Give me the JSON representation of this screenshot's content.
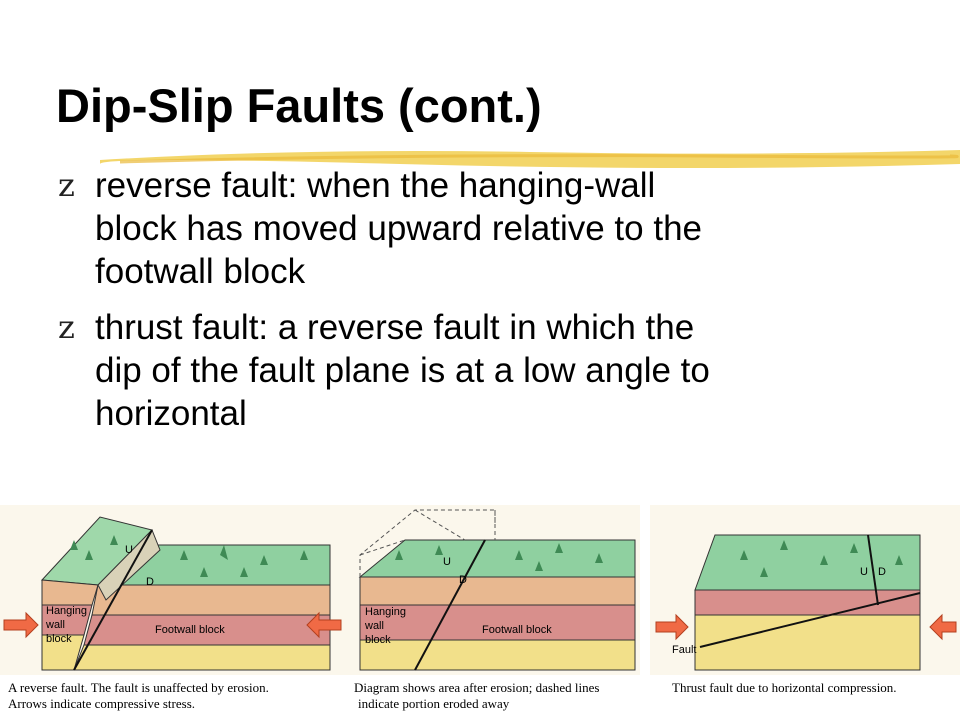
{
  "slide": {
    "title": "Dip-Slip Faults (cont.)",
    "bullet_glyph": "z",
    "bullets": [
      {
        "line1": "reverse fault: when the hanging-wall",
        "line2": "block has moved upward relative to the",
        "line3": "footwall block"
      },
      {
        "line1": "thrust fault: a reverse fault in which the",
        "line2": "dip of the fault plane is at a low angle to",
        "line3": "horizontal"
      }
    ]
  },
  "figures": [
    {
      "labels": {
        "u": "U",
        "d": "D",
        "hanging1": "Hanging",
        "hanging2": "wall",
        "hanging3": "block",
        "footwall": "Footwall block"
      },
      "caption_line1": "A reverse fault. The fault is unaffected by erosion.",
      "caption_line2": "Arrows indicate compressive stress."
    },
    {
      "labels": {
        "u": "U",
        "d": "D",
        "hanging1": "Hanging",
        "hanging2": "wall",
        "hanging3": "block",
        "footwall": "Footwall block"
      },
      "caption_line1": "Diagram shows area after erosion; dashed lines",
      "caption_line2": "indicate portion eroded away"
    },
    {
      "labels": {
        "u": "U",
        "d": "D",
        "fault": "Fault"
      },
      "caption_line1": "Thrust fault due to horizontal compression."
    }
  ],
  "colors": {
    "grass": "#8fd0a0",
    "layer_tan": "#e8b890",
    "layer_pink": "#d88f8c",
    "layer_yellow": "#f2e08a",
    "arrow": "#f06a45",
    "highlight": "#f2d25a"
  }
}
